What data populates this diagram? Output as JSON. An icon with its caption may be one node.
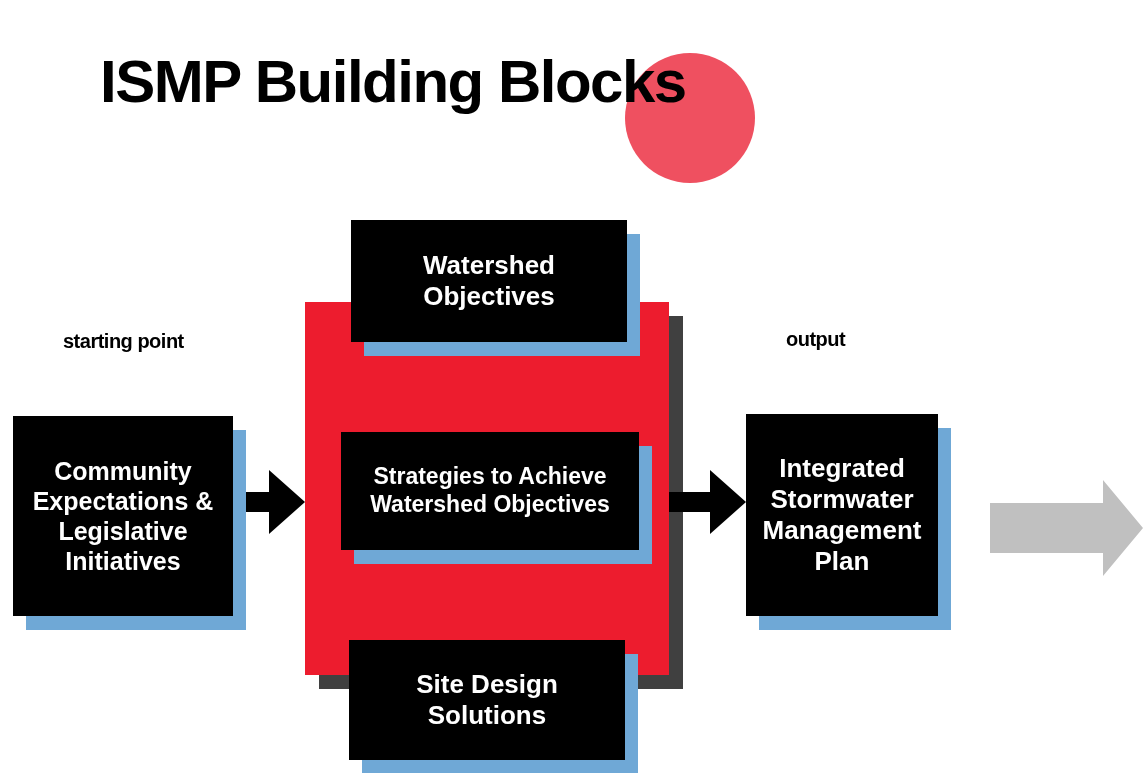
{
  "diagram": {
    "title": "ISMP Building Blocks",
    "nodes": [
      {
        "text": [
          "Community Expectations & Legislative Initiatives"
        ],
        "beside": [
          "starting point"
        ]
      },
      {
        "text": [],
        "shape": "box"
      },
      {
        "text": [
          "Watershed Objectives"
        ]
      },
      {
        "text": [
          "Strategies to Achieve Watershed Objectives"
        ],
        "in": 1
      },
      {
        "text": [
          "Site Design Solutions"
        ]
      },
      {
        "text": [
          "Integrated Stormwater Management Plan"
        ],
        "beside": [
          "output"
        ]
      },
      {
        "text": [],
        "shape": "arrow"
      }
    ],
    "edges": [
      {
        "from": 0,
        "to": 1,
        "arrow": "to"
      },
      {
        "from": 1,
        "to": 5,
        "arrow": "to"
      }
    ]
  }
}
